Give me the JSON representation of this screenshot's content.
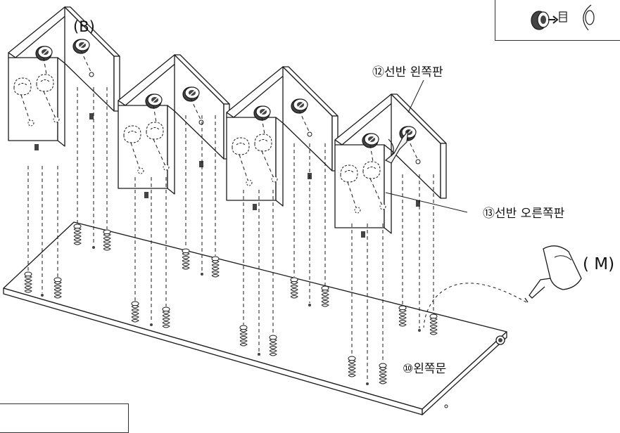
{
  "labels": {
    "connector_b": "(B)",
    "adhesive_m": "( M)",
    "part_12": "⑫선반 왼쪽판",
    "part_13": "⑬선반 오른쪽판",
    "part_10": "⑩왼쪽문"
  },
  "colors": {
    "line": "#1a1a1a",
    "fill": "#ffffff",
    "cam_fill": "#444444",
    "arrow_fill": "#f2f2f2"
  },
  "icons": {
    "cam_lock": "cam-lock-icon",
    "dowel": "dowel-icon",
    "glue_bottle": "glue-bottle-icon",
    "insertion_arrow": "arrow-icon"
  }
}
